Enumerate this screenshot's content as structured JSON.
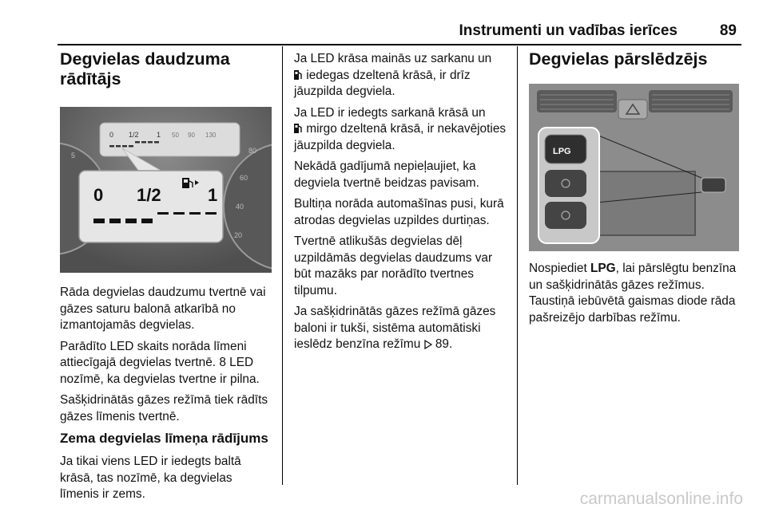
{
  "header": {
    "title": "Instrumenti un vadības ierīces",
    "page_number": "89"
  },
  "left": {
    "heading": "Degvielas daudzuma rādītājs",
    "gauge": {
      "small_labels": [
        "0",
        "1/2",
        "1",
        "50",
        "90",
        "130"
      ],
      "zoom_labels": [
        "0",
        "1/2",
        "1"
      ],
      "speed_ticks": [
        "20",
        "40",
        "60",
        "80",
        "5"
      ],
      "segments_total": 8,
      "segments_filled": 4
    },
    "p1": "Rāda degvielas daudzumu tvertnē vai gāzes saturu balonā atkarībā no izmantojamās degvielas.",
    "p2": "Parādīto LED skaits norāda līmeni attiecīgajā degvielas tvertnē. 8 LED nozīmē, ka degvielas tvertne ir pilna.",
    "p3": "Sašķidrinātās gāzes režīmā tiek rādīts gāzes līmenis tvertnē.",
    "subheading": "Zema degvielas līmeņa rādījums",
    "p4": "Ja tikai viens LED ir iedegts baltā krāsā, tas nozīmē, ka degvielas līmenis ir zems."
  },
  "middle": {
    "p1a": "Ja LED krāsa mainās uz sarkanu un",
    "p1b": "iedegas dzeltenā krāsā, ir drīz jāuzpilda degviela.",
    "p2a": "Ja LED ir iedegts sarkanā krāsā un",
    "p2b": "mirgo dzeltenā krāsā, ir nekavējoties jāuzpilda degviela.",
    "p3": "Nekādā gadījumā nepieļaujiet, ka degviela tvertnē beidzas pavisam.",
    "p4": "Bultiņa norāda automašīnas pusi, kurā atrodas degvielas uzpildes durtiņas.",
    "p5": "Tvertnē atlikušās degvielas dēļ uzpildāmās degvielas daudzums var būt mazāks par norādīto tvertnes tilpumu.",
    "p6a": "Ja sašķidrinātās gāzes režīmā gāzes baloni ir tukši, sistēma automātiski ieslēdz benzīna režīmu",
    "p6_ref_icon": "arrow-triangle-ref",
    "p6_ref": "89."
  },
  "right": {
    "heading": "Degvielas pārslēdzējs",
    "button_label": "LPG",
    "desc_pre": "Nospiediet",
    "desc_bold": "LPG",
    "desc_post": ", lai pārslēgtu benzīna un sašķidrinātās gāzes režīmus. Taustiņā iebūvētā gaismas diode rāda pašreizējo darbības režīmu."
  },
  "watermark": "carmanualsonline.info"
}
